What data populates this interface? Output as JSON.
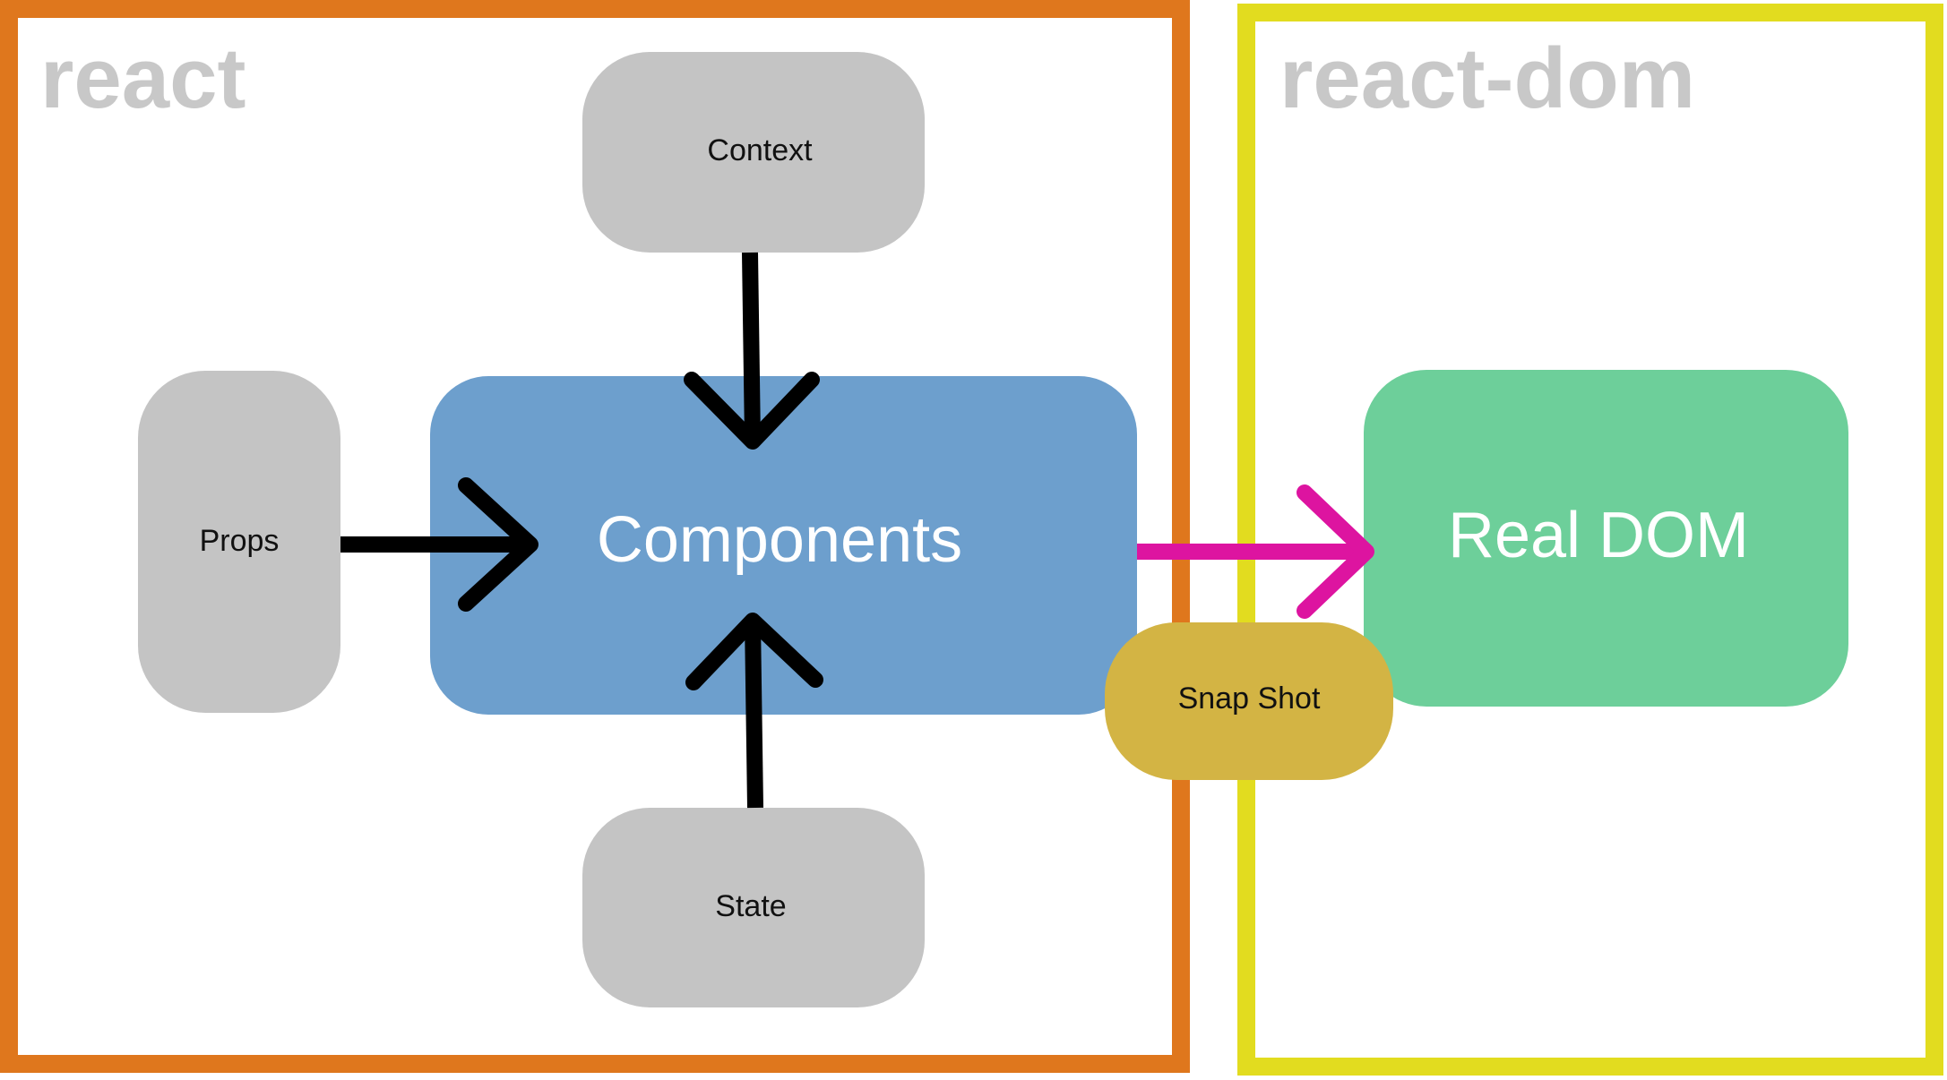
{
  "regions": {
    "react": {
      "title": "react",
      "border_color": "#df771d"
    },
    "react_dom": {
      "title": "react-dom",
      "border_color": "#e2dc1f"
    }
  },
  "nodes": {
    "context": {
      "label": "Context",
      "color": "#c4c4c4"
    },
    "props": {
      "label": "Props",
      "color": "#c4c4c4"
    },
    "state": {
      "label": "State",
      "color": "#c4c4c4"
    },
    "components": {
      "label": "Components",
      "color": "#6d9fcd"
    },
    "real_dom": {
      "label": "Real DOM",
      "color": "#6dcf9a"
    },
    "snapshot": {
      "label": "Snap Shot",
      "color": "#d3b444"
    }
  },
  "edges": [
    {
      "from": "context",
      "to": "components",
      "color": "#000000"
    },
    {
      "from": "props",
      "to": "components",
      "color": "#000000"
    },
    {
      "from": "state",
      "to": "components",
      "color": "#000000"
    },
    {
      "from": "components",
      "to": "real_dom",
      "color": "#dd14a0"
    }
  ]
}
